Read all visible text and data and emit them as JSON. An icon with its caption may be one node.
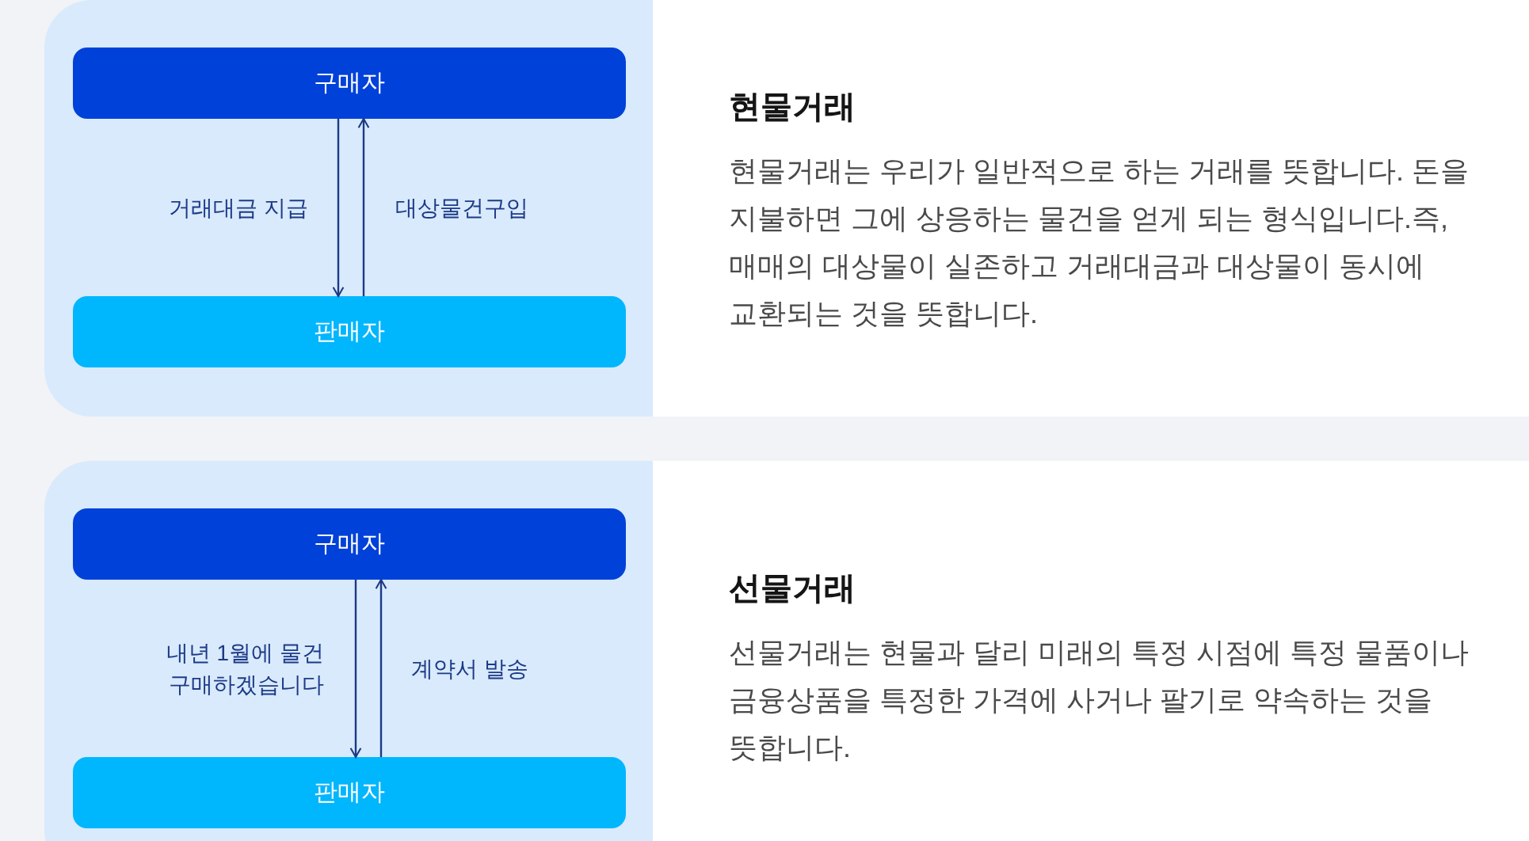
{
  "diagram": {
    "nodes": [
      {
        "text": [
          "현물거래",
          "현물거래는 우리가 일반적으로 하는 거래를 뜻합니다. 돈을 지불하면 그에 상응하는 물건을 얻게 되는 형식입니다.즉, 매매의 대상물이 실존하고 거래대금과 대상물이 동시에 교환되는 것을 뜻합니다."
        ]
      },
      {
        "text": [
          "구매자"
        ],
        "in": 0
      },
      {
        "text": [
          "판매자"
        ],
        "in": 0
      },
      {
        "text": [
          "선물거래",
          "선물거래는 현물과 달리 미래의 특정 시점에 특정 물품이나 금융상품을 특정한 가격에 사거나 팔기로 약속하는 것을 뜻합니다."
        ]
      },
      {
        "text": [
          "구매자"
        ],
        "in": 3
      },
      {
        "text": [
          "판매자"
        ],
        "in": 3
      }
    ],
    "edges": [
      {
        "from": 1,
        "to": 2,
        "arrow": "to",
        "label": "거래대금 지급"
      },
      {
        "from": 2,
        "to": 1,
        "arrow": "to",
        "label": "대상물건구입"
      },
      {
        "from": 4,
        "to": 5,
        "arrow": "to",
        "label": "내년 1월에 물건 구매하겠습니다"
      },
      {
        "from": 5,
        "to": 4,
        "arrow": "to",
        "label": "계약서 발송"
      }
    ]
  }
}
